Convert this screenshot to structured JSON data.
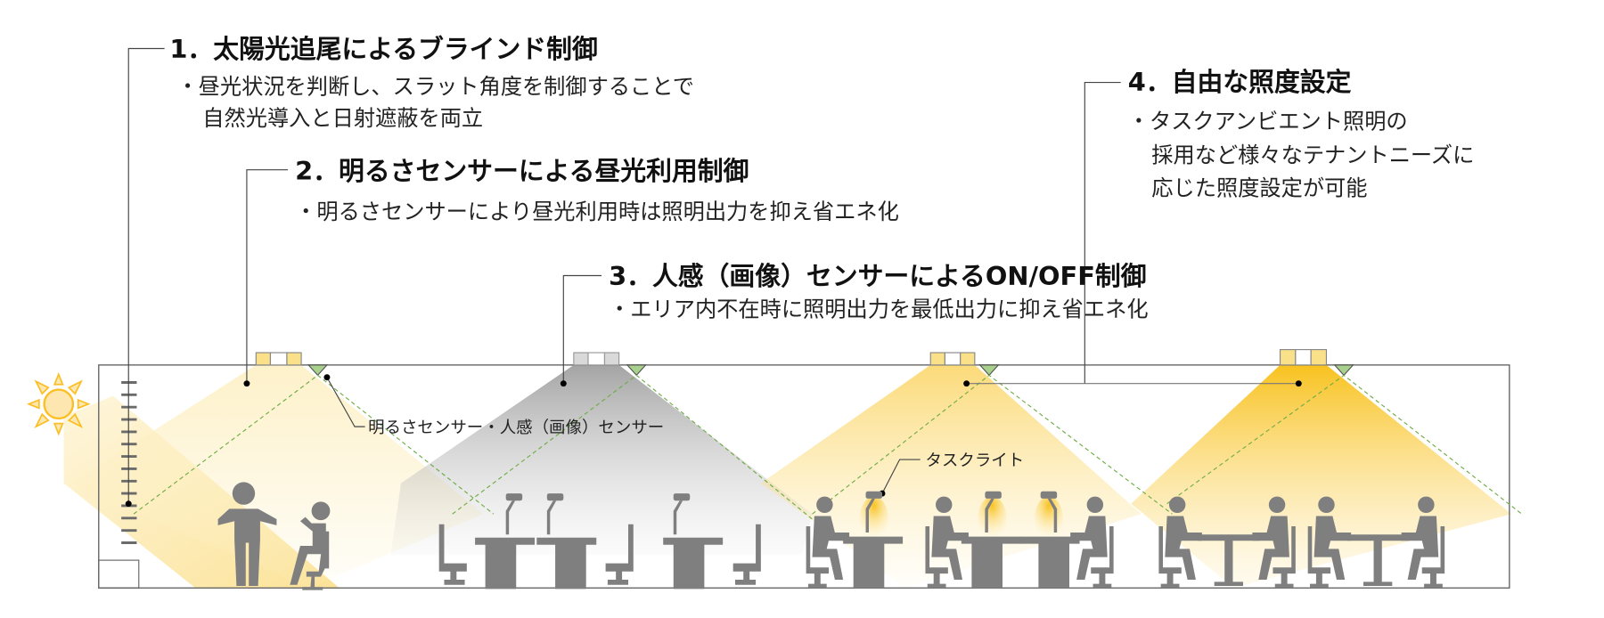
{
  "colors": {
    "figure": "#7f7f7f",
    "sensor": "#a9d18e",
    "light_pale": "#fdf0c4",
    "light_mid": "#fbe08a",
    "light_strong": "#f8c21f",
    "unlit": "#b0b0b0",
    "sun": "#fbbf24"
  },
  "features": [
    {
      "title": "1．太陽光追尾によるブラインド制御",
      "lines": [
        "・昼光状況を判断し、スラット角度を制御することで",
        "自然光導入と日射遮蔽を両立"
      ]
    },
    {
      "title": "2．明るさセンサーによる昼光利用制御",
      "lines": [
        "・明るさセンサーにより昼光利用時は照明出力を抑え省エネ化"
      ]
    },
    {
      "title": "3．人感（画像）センサーによるON/OFF制御",
      "lines": [
        "・エリア内不在時に照明出力を最低出力に抑え省エネ化"
      ]
    },
    {
      "title": "4．自由な照度設定",
      "lines": [
        "・タスクアンビエント照明の",
        "採用など様々なテナントニーズに",
        "応じた照度設定が可能"
      ]
    }
  ],
  "labels": {
    "sensor": "明るさセンサー・人感（画像）センサー",
    "task_light": "タスクライト"
  },
  "icons": [
    "sun-icon",
    "blind-icon",
    "light-fixture-icon",
    "sensor-icon",
    "person-icon",
    "desk-icon",
    "chair-icon",
    "task-lamp-icon"
  ]
}
